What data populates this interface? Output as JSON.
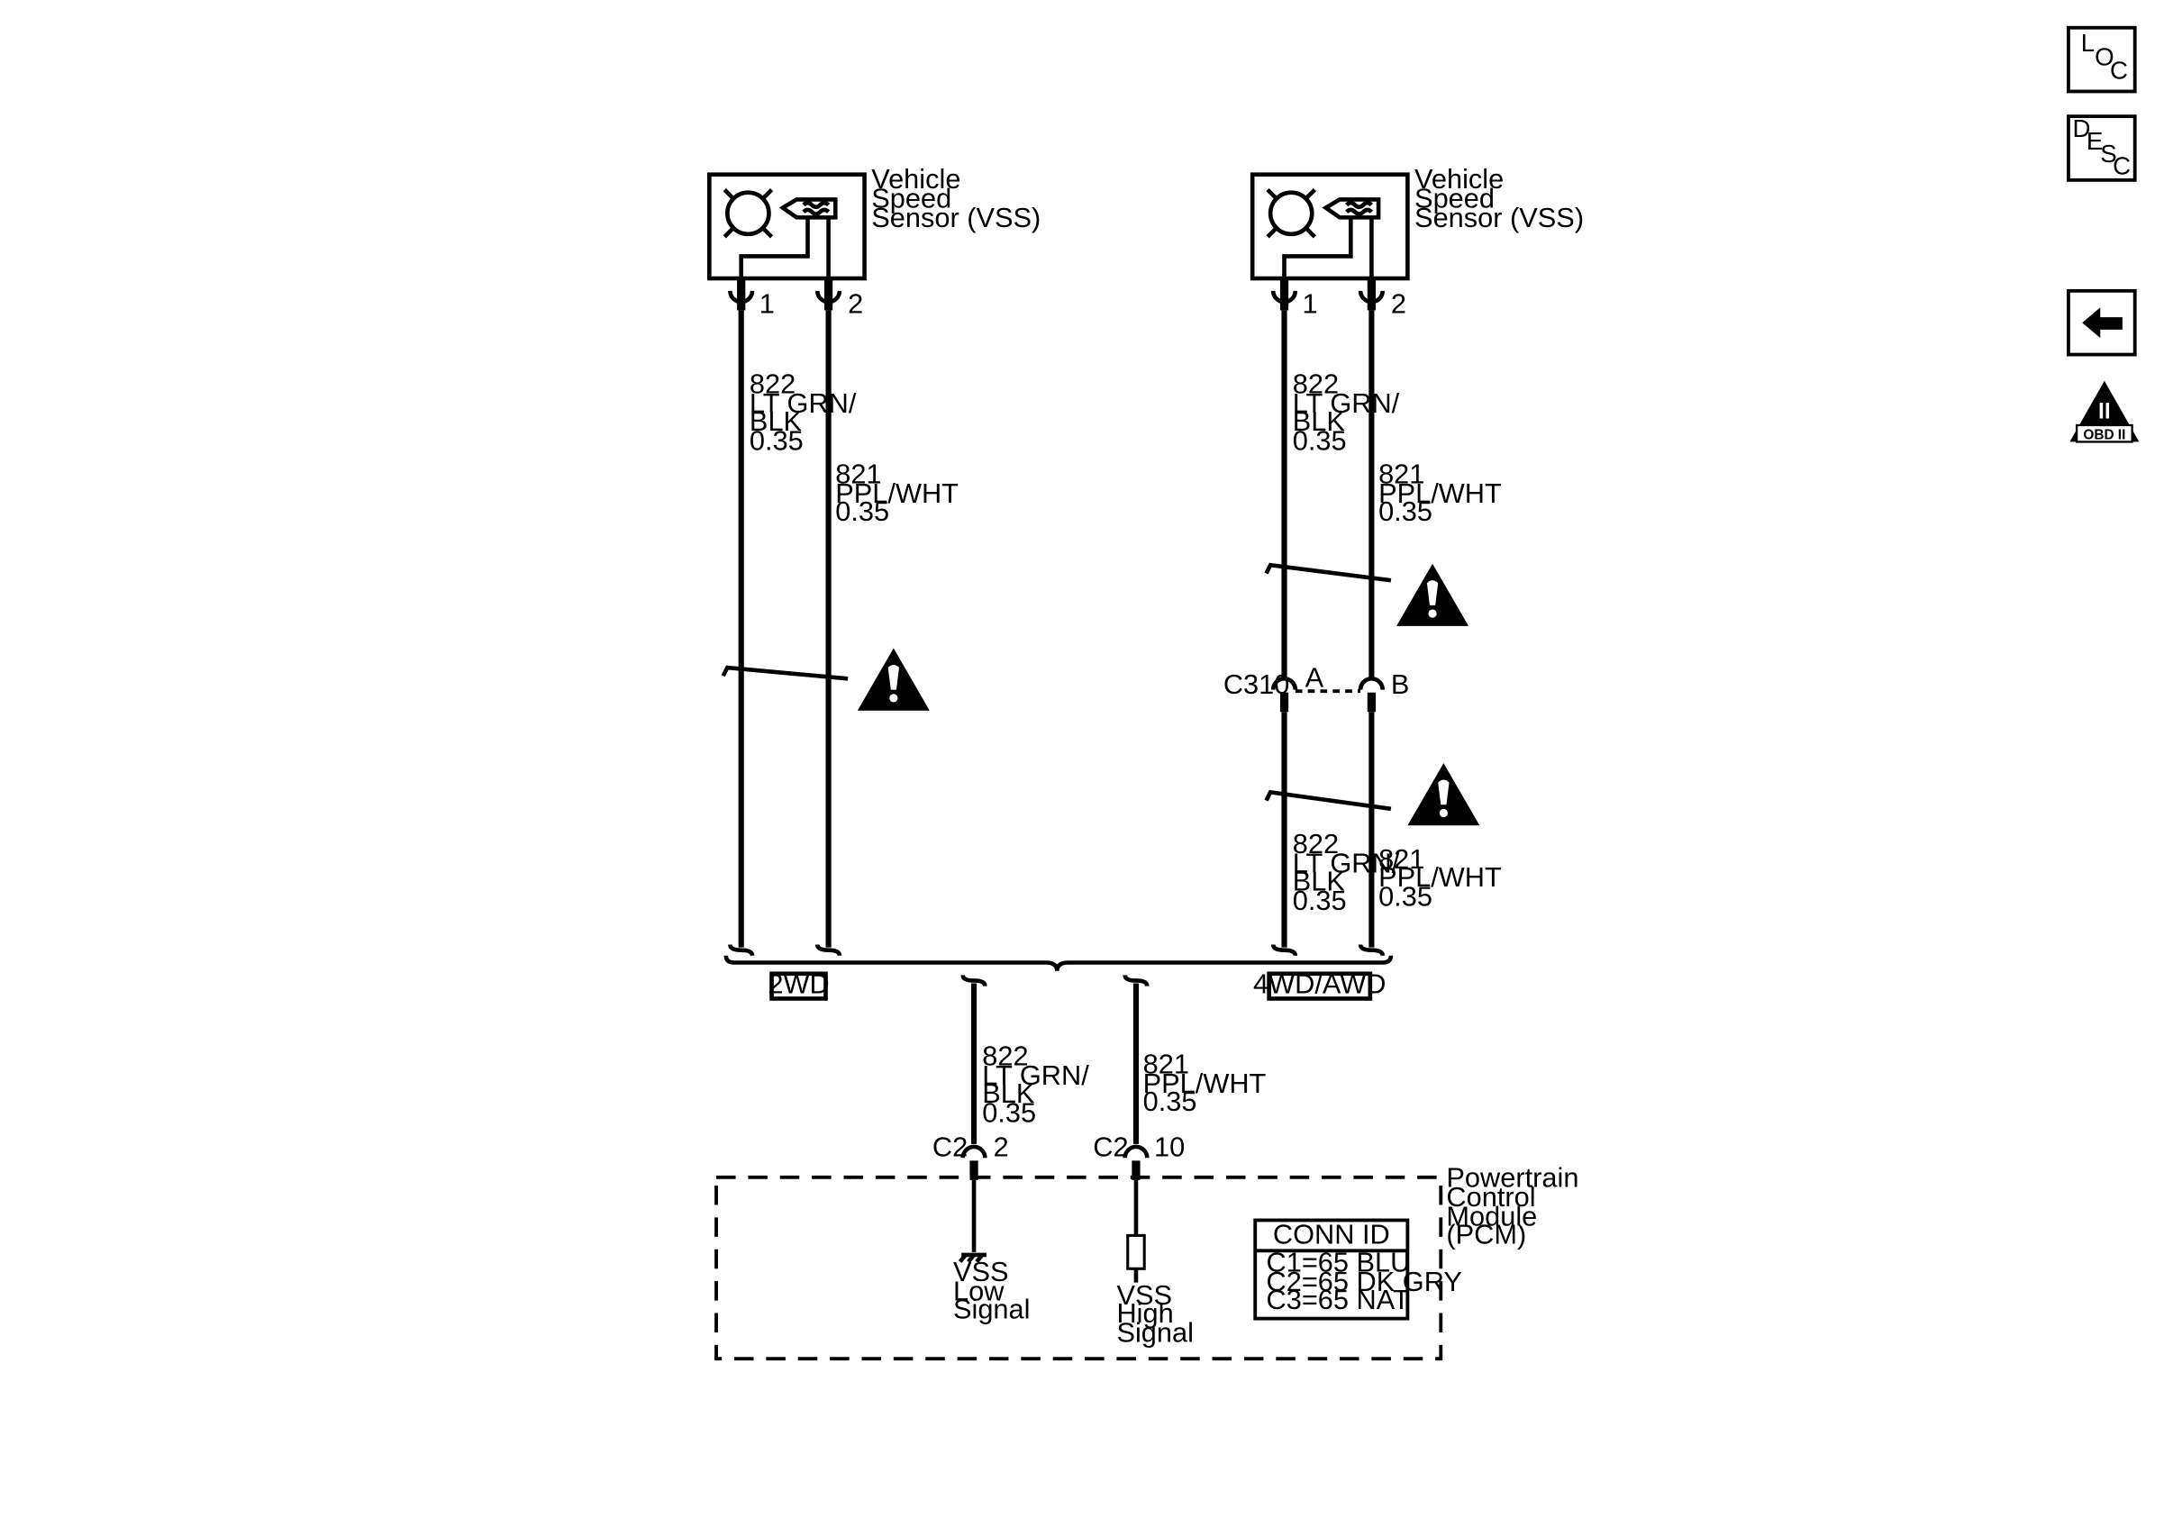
{
  "sensors": {
    "left": {
      "name_line1": "Vehicle",
      "name_line2": "Speed",
      "name_line3": "Sensor (VSS)",
      "pin1": "1",
      "pin2": "2"
    },
    "right": {
      "name_line1": "Vehicle",
      "name_line2": "Speed",
      "name_line3": "Sensor (VSS)",
      "pin1": "1",
      "pin2": "2"
    }
  },
  "wires": {
    "w822_left_top": {
      "circuit": "822",
      "color_line1": "LT GRN/",
      "color_line2": "BLK",
      "gauge": "0.35"
    },
    "w821_left_top": {
      "circuit": "821",
      "color": "PPL/WHT",
      "gauge": "0.35"
    },
    "w822_right_top": {
      "circuit": "822",
      "color_line1": "LT GRN/",
      "color_line2": "BLK",
      "gauge": "0.35"
    },
    "w821_right_top": {
      "circuit": "821",
      "color": "PPL/WHT",
      "gauge": "0.35"
    },
    "w822_right_low": {
      "circuit": "822",
      "color_line1": "LT GRN/",
      "color_line2": "BLK",
      "gauge": "0.35"
    },
    "w821_right_low": {
      "circuit": "821",
      "color": "PPL/WHT",
      "gauge": "0.35"
    },
    "w822_bottom": {
      "circuit": "822",
      "color_line1": "LT GRN/",
      "color_line2": "BLK",
      "gauge": "0.35"
    },
    "w821_bottom": {
      "circuit": "821",
      "color": "PPL/WHT",
      "gauge": "0.35"
    }
  },
  "connector_c310": {
    "id": "C310",
    "pin_a": "A",
    "pin_b": "B"
  },
  "options": {
    "left": "2WD",
    "right": "4WD/AWD"
  },
  "pcm_pins": {
    "low": {
      "connector": "C2",
      "pin": "2"
    },
    "high": {
      "connector": "C2",
      "pin": "10"
    }
  },
  "pcm": {
    "name_line1": "Powertrain",
    "name_line2": "Control",
    "name_line3": "Module",
    "name_line4": "(PCM)",
    "low_line1": "VSS",
    "low_line2": "Low",
    "low_line3": "Signal",
    "high_line1": "VSS",
    "high_line2": "High",
    "high_line3": "Signal"
  },
  "conn_id": {
    "title": "CONN ID",
    "rows": [
      "C1=65 BLU",
      "C2=65 DK GRY",
      "C3=65 NAT"
    ]
  },
  "nav": {
    "loc": {
      "l1": "L",
      "l2": "O",
      "l3": "C"
    },
    "desc": {
      "l1": "D",
      "l2": "E",
      "l3": "S",
      "l4": "C"
    },
    "obd_label": "OBD II",
    "obd_roman": "II"
  }
}
